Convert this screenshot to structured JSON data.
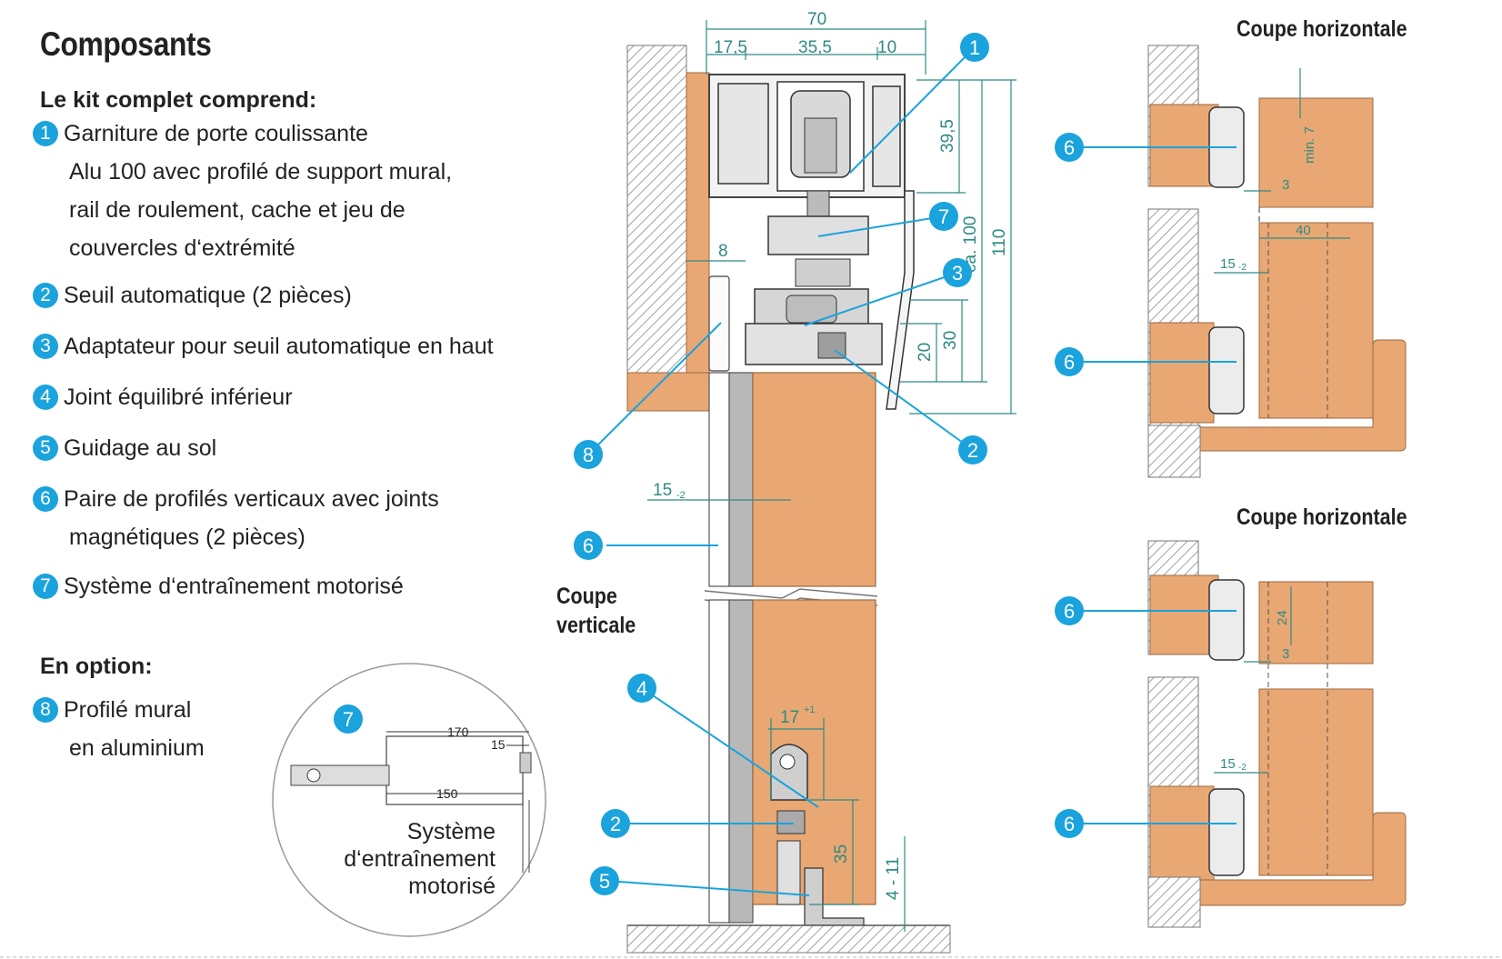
{
  "page": {
    "title": "Composants",
    "kit_heading": "Le kit complet comprend:",
    "option_heading": "En option:"
  },
  "items": [
    {
      "num": "1",
      "lines": [
        "Garniture de porte coulissante",
        "Alu 100 avec profilé de support mural,",
        "rail de roulement, cache et jeu de",
        "couvercles d‘extrémité"
      ]
    },
    {
      "num": "2",
      "lines": [
        "Seuil automatique (2 pièces)"
      ]
    },
    {
      "num": "3",
      "lines": [
        "Adaptateur pour seuil automatique en haut"
      ]
    },
    {
      "num": "4",
      "lines": [
        "Joint équilibré inférieur"
      ]
    },
    {
      "num": "5",
      "lines": [
        "Guidage au sol"
      ]
    },
    {
      "num": "6",
      "lines": [
        "Paire de profilés verticaux avec joints",
        "magnétiques (2 pièces)"
      ]
    },
    {
      "num": "7",
      "lines": [
        "Système d‘entraînement motorisé"
      ]
    },
    {
      "num": "8",
      "lines": [
        "Profilé mural",
        "en aluminium"
      ]
    }
  ],
  "labels": {
    "coupe_verticale": [
      "Coupe",
      "verticale"
    ],
    "coupe_horizontale_1": "Coupe horizontale",
    "coupe_horizontale_2": "Coupe horizontale",
    "inset_caption": [
      "Système",
      "d‘entraînement",
      "motorisé"
    ]
  },
  "dimensions": {
    "top_70": "70",
    "top_17_5": "17,5",
    "top_35_5": "35,5",
    "top_10": "10",
    "v_39_5": "39,5",
    "v_ca_100": "ca. 100",
    "v_110": "110",
    "v_8": "8",
    "v_30": "30",
    "v_20": "20",
    "v_15": "15",
    "v_15_tol": "-2",
    "v_17": "17",
    "v_17_tol": "+1",
    "v_35": "35",
    "v_4_11": "4 - 11",
    "h_min7": "min. 7",
    "h_3a": "3",
    "h_40": "40",
    "h_15a": "15",
    "h_15a_tol": "-2",
    "h_24": "24",
    "h_3b": "3",
    "h_15b": "15",
    "h_15b_tol": "-2",
    "inset_170": "170",
    "inset_150": "150",
    "inset_15": "15"
  },
  "callouts": [
    "1",
    "7",
    "3",
    "2",
    "8",
    "6",
    "4",
    "2",
    "5",
    "6",
    "6",
    "6",
    "6",
    "7"
  ],
  "colors": {
    "accent": "#1aa3dc",
    "wood": "#e9a774",
    "dimension": "#2e8b83",
    "aluminium": "#d6d6d6"
  }
}
